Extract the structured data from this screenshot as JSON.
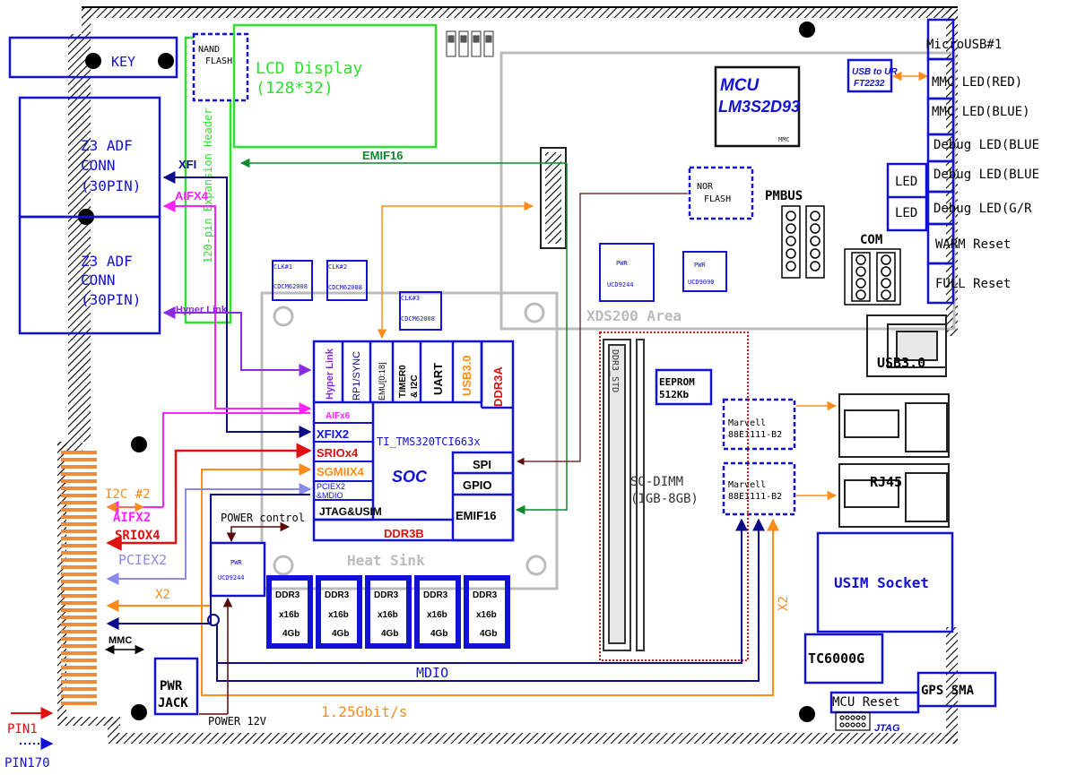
{
  "labels": {
    "key": "KEY",
    "nand": "NAND",
    "flash": "FLASH",
    "lcd_line1": "LCD Display",
    "lcd_line2": "(128*32)",
    "expansion": "120-pin Expansion Header",
    "z3_a1": "Z3 ADF",
    "z3_a2": "CONN",
    "z3_a3": "(30PIN)",
    "z3_b1": "Z3 ADF",
    "z3_b2": "CONN",
    "z3_b3": "(30PIN)",
    "xfi": "XFI",
    "aifx4": "AIFX4",
    "emif16_top": "EMIF16",
    "hyperlink_left": "Hyper Link",
    "clk1": "CLK#1",
    "clk2": "CLK#2",
    "clk3": "CLK#3",
    "cdcm": "CDCM62008",
    "nor": "NOR",
    "nor_flash": "FLASH",
    "mcu1": "MCU",
    "mcu2": "LM3S2D93",
    "mmc_small": "MMC",
    "usb_ur1": "USB to UR",
    "usb_ur2": "FT2232",
    "pmbus": "PMBUS",
    "com": "COM",
    "led1": "LED",
    "led2": "LED",
    "pwr": "PWR",
    "ucd9244": "UCD9244",
    "ucd9090": "UCD9090",
    "xds": "XDS200 Area",
    "microusb": "MicroUSB#1",
    "mmc_red": "MMC LED(RED)",
    "mmc_blue": "MMC LED(BLUE)",
    "dbg1": "Debug LED(BLUE",
    "dbg2": "Debug LED(BLUE",
    "dbg3": "Debug LED(G/R",
    "warm": "WARM Reset",
    "full": "FULL Reset",
    "usb3": "USB3.0",
    "rj45": "RJ45",
    "eeprom1": "EEPROM",
    "eeprom2": "512Kb",
    "ddr3_std": "DDR3_STD",
    "sodimm1": "SO-DIMM",
    "sodimm2": "(1GB-8GB)",
    "marvell": "Marvell",
    "marvell_part": "88E1111-B2",
    "usim": "USIM Socket",
    "tc6000": "TC6000G",
    "mcu_reset": "MCU Reset",
    "gps": "GPS SMA",
    "jtag": "JTAG",
    "soc_hyper": "Hyper Link",
    "soc_rp1": "RP1/SYNC",
    "soc_emu": "EMU[0:18]",
    "soc_timer1": "TIMER0",
    "soc_timer2": "& I2C",
    "soc_uart": "UART",
    "soc_usb3": "USB3.0",
    "soc_ddr3a": "DDR3A",
    "soc_aif": "AIFx6",
    "soc_xfix2": "XFIX2",
    "soc_srio": "SRIOx4",
    "soc_sgmii": "SGMIIX4",
    "soc_pciex2a": "PCIEX2",
    "soc_pciex2b": "&MDIO",
    "soc_jtag": "JTAG&USIM",
    "soc_name": "TI_TMS320TCI663x",
    "soc": "SOC",
    "soc_spi": "SPI",
    "soc_gpio": "GPIO",
    "soc_emif16": "EMIF16",
    "soc_ddr3b": "DDR3B",
    "heat_sink": "Heat Sink",
    "ddr3": "DDR3",
    "x16b": "x16b",
    "gb4": "4Gb",
    "power_control": "POWER control",
    "i2c2": "I2C #2",
    "aifx2": "AIFX2",
    "sriox4": "SRIOX4",
    "pciex2": "PCIEX2",
    "x2_left": "X2",
    "mmc_left": "MMC",
    "mdio": "MDIO",
    "gbit": "1.25Gbit/s",
    "x2_right": "X2",
    "pwr_jack1": "PWR",
    "pwr_jack2": "JACK",
    "power12": "POWER 12V",
    "pin1": "PIN1",
    "pin170": "PIN170"
  },
  "colors": {
    "blue": "#1212d6",
    "navy": "#0c0c8a",
    "green": "#2fe02f",
    "dkgreen": "#0f8a2a",
    "magenta": "#ff22ff",
    "purple": "#8a2be2",
    "orange": "#ff8c1a",
    "red": "#e01010",
    "brown": "#5a0a0a",
    "lavender": "#8a8aee",
    "gray": "#bbbbbb"
  }
}
